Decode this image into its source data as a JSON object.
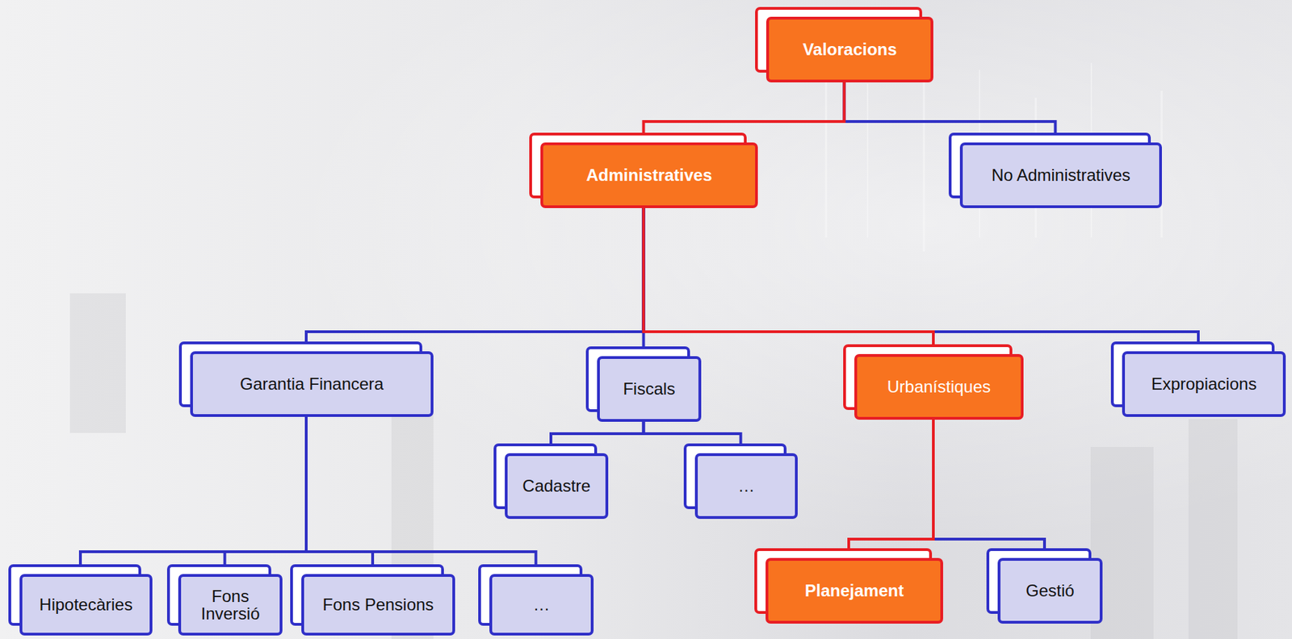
{
  "diagram": {
    "nodes": [
      {
        "text": [
          "Valoracions"
        ]
      },
      {
        "text": [
          "Administratives"
        ]
      },
      {
        "text": [
          "No Administratives"
        ]
      },
      {
        "text": [
          "Garantia Financera"
        ]
      },
      {
        "text": [
          "Fiscals"
        ]
      },
      {
        "text": [
          "Urbanístiques"
        ]
      },
      {
        "text": [
          "Expropiacions"
        ]
      },
      {
        "text": [
          "Cadastre"
        ]
      },
      {
        "text": [
          "…"
        ]
      },
      {
        "text": [
          "Hipotecàries"
        ]
      },
      {
        "text": [
          "Fons Inversió"
        ]
      },
      {
        "text": [
          "Fons Pensions"
        ]
      },
      {
        "text": [
          "…"
        ]
      },
      {
        "text": [
          "Planejament"
        ]
      },
      {
        "text": [
          "Gestió"
        ]
      }
    ],
    "edges": [
      {
        "from": 0,
        "to": 1,
        "arrow": "none"
      },
      {
        "from": 0,
        "to": 2,
        "arrow": "none"
      },
      {
        "from": 1,
        "to": 3,
        "arrow": "none"
      },
      {
        "from": 1,
        "to": 4,
        "arrow": "none"
      },
      {
        "from": 1,
        "to": 5,
        "arrow": "none"
      },
      {
        "from": 1,
        "to": 6,
        "arrow": "none"
      },
      {
        "from": 4,
        "to": 7,
        "arrow": "none"
      },
      {
        "from": 4,
        "to": 8,
        "arrow": "none"
      },
      {
        "from": 3,
        "to": 9,
        "arrow": "none"
      },
      {
        "from": 3,
        "to": 10,
        "arrow": "none"
      },
      {
        "from": 3,
        "to": 11,
        "arrow": "none"
      },
      {
        "from": 3,
        "to": 12,
        "arrow": "none"
      },
      {
        "from": 5,
        "to": 13,
        "arrow": "none"
      },
      {
        "from": 5,
        "to": 14,
        "arrow": "none"
      }
    ]
  }
}
